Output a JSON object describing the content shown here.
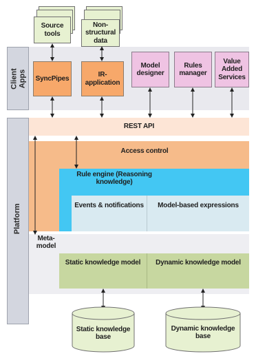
{
  "sources": [
    {
      "label": "Source tools"
    },
    {
      "label": "Non-structural\ndata"
    }
  ],
  "client": {
    "section_label": "Client\nApps",
    "apps": [
      {
        "label": "SyncPipes"
      },
      {
        "label": "IR-application"
      },
      {
        "label": "Model\ndesigner"
      },
      {
        "label": "Rules\nmanager"
      },
      {
        "label": "Value\nAdded\nServices"
      }
    ]
  },
  "platform": {
    "section_label": "Platform",
    "rest_api": "REST API",
    "access_control": "Access control",
    "rule_engine": "Rule engine (Reasoning knowledge)",
    "events": "Events & notifications",
    "model_expressions": "Model-based expressions",
    "meta_model": "Meta-model",
    "static_model": "Static knowledge model",
    "dynamic_model": "Dynamic knowledge model"
  },
  "storage": [
    {
      "label": "Static knowledge\nbase"
    },
    {
      "label": "Dynamic knowledge base"
    }
  ],
  "colors": {
    "client_band": "#e9e9ee",
    "section_label_bg": "#d3d6df",
    "orange_app": "#f7a86a",
    "pink_app": "#efc3e3",
    "rest_api": "#fde5d6",
    "access_control": "#f6bb8a",
    "rule_engine": "#43c7f3",
    "events": "#d9eaf1",
    "meta_model": "#eeeef2",
    "knowledge_model": "#c7d7a0",
    "knowledge_base": "#e7f1d1"
  }
}
